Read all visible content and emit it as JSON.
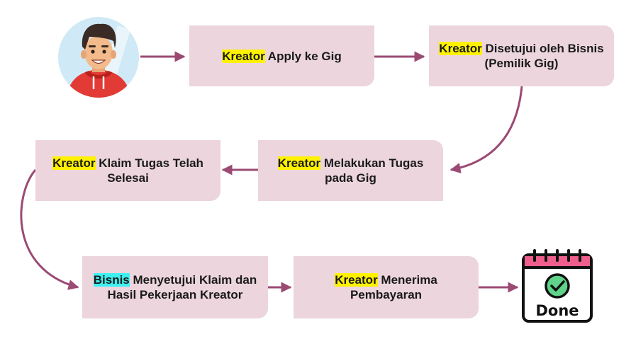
{
  "colors": {
    "box": "#ecd5dd",
    "arrow": "#9b4a74",
    "highlight_yellow": "#fff200",
    "highlight_cyan": "#3ef0f0"
  },
  "icons": {
    "start": "person-avatar-icon",
    "end": "calendar-done-icon"
  },
  "steps": [
    {
      "role": "Kreator",
      "rest": " Apply ke Gig"
    },
    {
      "role": "Kreator",
      "rest": " Disetujui oleh Bisnis (Pemilik Gig)"
    },
    {
      "role": "Kreator",
      "rest": " Melakukan Tugas pada Gig"
    },
    {
      "role": "Kreator",
      "rest": " Klaim Tugas Telah Selesai"
    },
    {
      "role": "Bisnis",
      "rest": " Menyetujui Klaim dan Hasil Pekerjaan Kreator"
    },
    {
      "role": "Kreator",
      "rest": " Menerima Pembayaran"
    }
  ],
  "done_label": "Done"
}
